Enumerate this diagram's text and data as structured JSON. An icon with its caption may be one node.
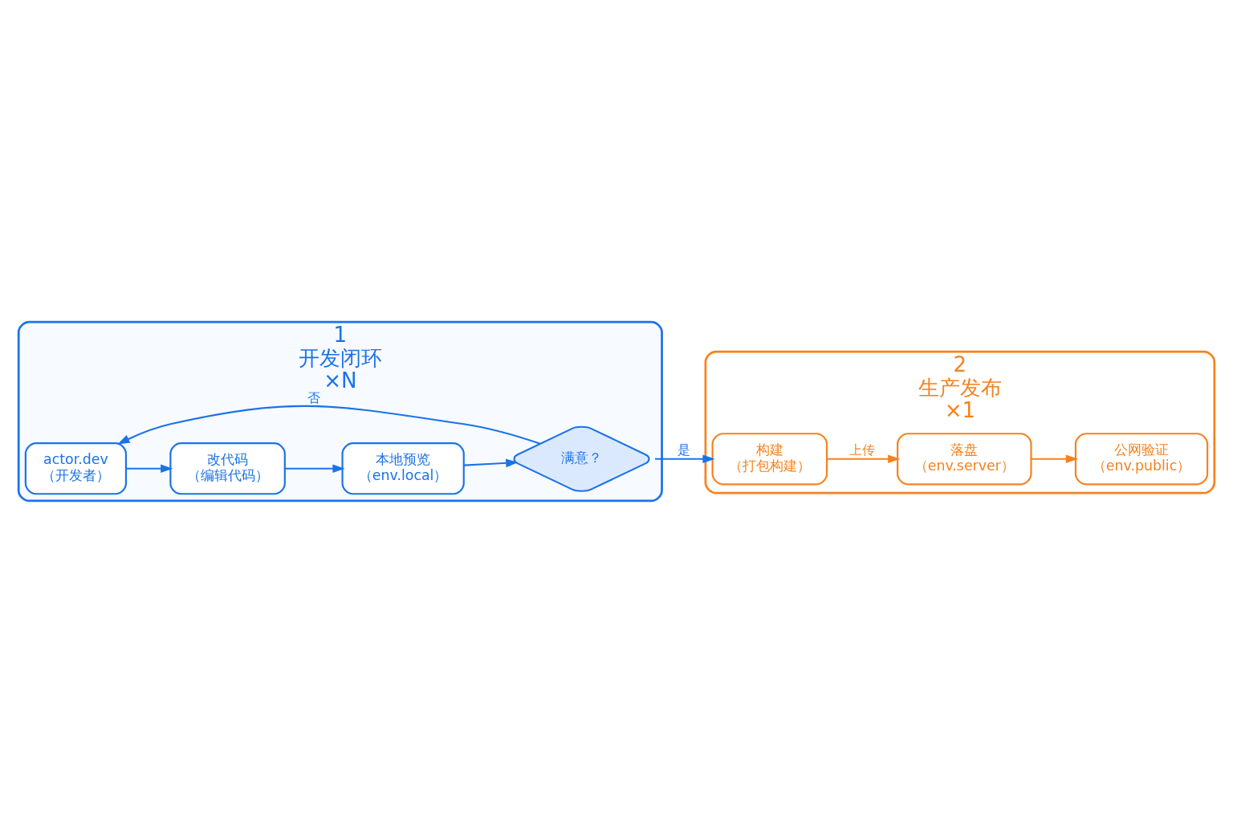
{
  "diagram": {
    "nodes": [
      {
        "text": [
          "1",
          "开发闭环",
          "×N"
        ]
      },
      {
        "text": [
          "actor.dev",
          "（开发者）"
        ],
        "in": 0
      },
      {
        "text": [
          "改代码",
          "（编辑代码）"
        ],
        "in": 0
      },
      {
        "text": [
          "本地预览",
          "（env.local）"
        ],
        "in": 0
      },
      {
        "text": [
          "满意？"
        ],
        "in": 0
      },
      {
        "text": [
          "2",
          "生产发布",
          "×1"
        ]
      },
      {
        "text": [
          "构建",
          "（打包构建）"
        ],
        "in": 5
      },
      {
        "text": [
          "落盘",
          "（env.server）"
        ],
        "in": 5
      },
      {
        "text": [
          "公网验证",
          "（env.public）"
        ],
        "in": 5
      }
    ],
    "edges": [
      {
        "from": 1,
        "to": 2,
        "arrow": "to"
      },
      {
        "from": 2,
        "to": 3,
        "arrow": "to"
      },
      {
        "from": 3,
        "to": 4,
        "arrow": "to"
      },
      {
        "from": 4,
        "to": 1,
        "arrow": "to",
        "label": "否"
      },
      {
        "from": 4,
        "to": 6,
        "arrow": "to",
        "label": "是"
      },
      {
        "from": 6,
        "to": 7,
        "arrow": "to",
        "label": "上传",
        "color": "#f5821f"
      },
      {
        "from": 7,
        "to": 8,
        "arrow": "to",
        "color": "#f5821f"
      }
    ]
  }
}
